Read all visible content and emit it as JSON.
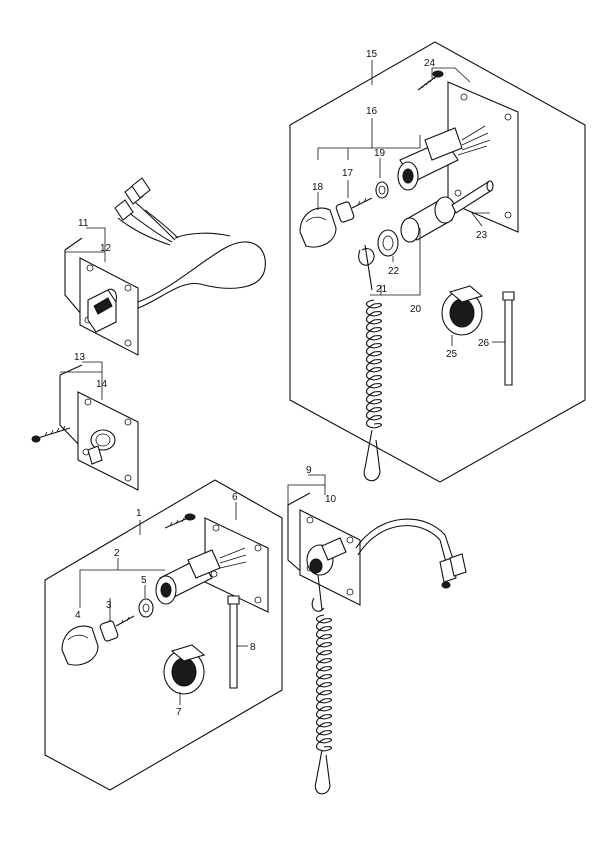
{
  "callouts": {
    "c1": "1",
    "c2": "2",
    "c3": "3",
    "c4": "4",
    "c5": "5",
    "c6": "6",
    "c7": "7",
    "c8": "8",
    "c9": "9",
    "c10": "10",
    "c11": "11",
    "c12": "12",
    "c13": "13",
    "c14": "14",
    "c15": "15",
    "c16": "16",
    "c17": "17",
    "c18": "18",
    "c19": "19",
    "c20": "20",
    "c21": "21",
    "c22": "22",
    "c23": "23",
    "c24": "24",
    "c25": "25",
    "c26": "26"
  },
  "colors": {
    "line": "#111111",
    "background": "#ffffff"
  }
}
